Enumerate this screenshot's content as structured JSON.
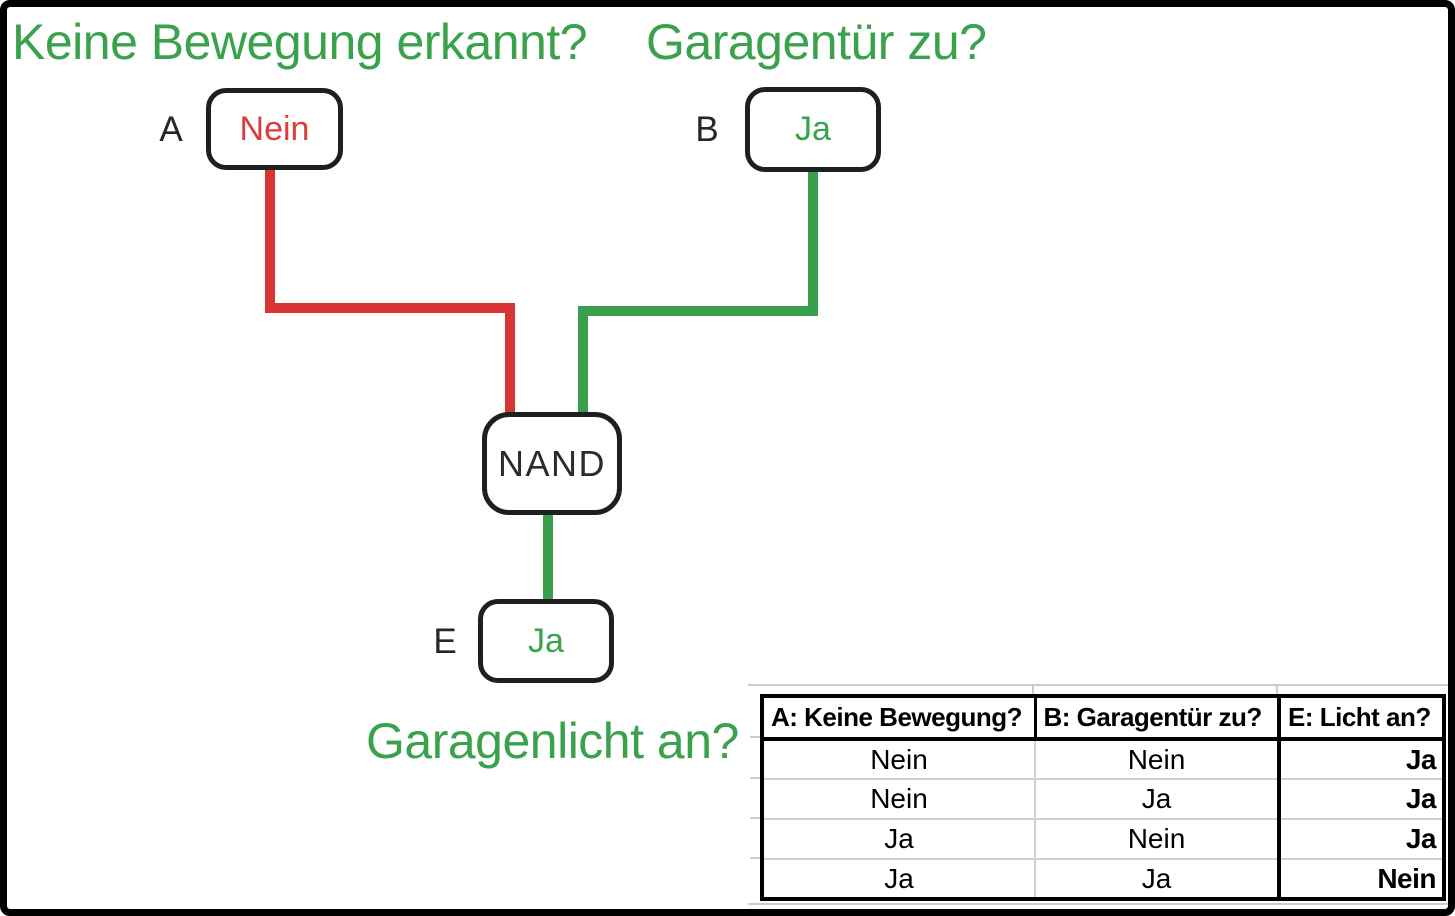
{
  "questions": {
    "a": "Keine Bewegung erkannt?",
    "b": "Garagentür zu?",
    "e": "Garagenlicht an?"
  },
  "nodes": {
    "a": {
      "label": "A",
      "value": "Nein"
    },
    "b": {
      "label": "B",
      "value": "Ja"
    },
    "gate": {
      "label": "NAND"
    },
    "e": {
      "label": "E",
      "value": "Ja"
    }
  },
  "colors": {
    "question_green": "#3aa24c",
    "wire_green": "#3a9f4c",
    "wire_red": "#d93434",
    "value_red": "#e03a3a",
    "value_green": "#3aa24c",
    "node_border": "#1f1f1f",
    "frame": "#000000"
  },
  "truth_table": {
    "headers": [
      "A: Keine Bewegung?",
      "B: Garagentür zu?",
      "E: Licht an?"
    ],
    "rows": [
      [
        "Nein",
        "Nein",
        "Ja"
      ],
      [
        "Nein",
        "Ja",
        "Ja"
      ],
      [
        "Ja",
        "Nein",
        "Ja"
      ],
      [
        "Ja",
        "Ja",
        "Nein"
      ]
    ]
  }
}
